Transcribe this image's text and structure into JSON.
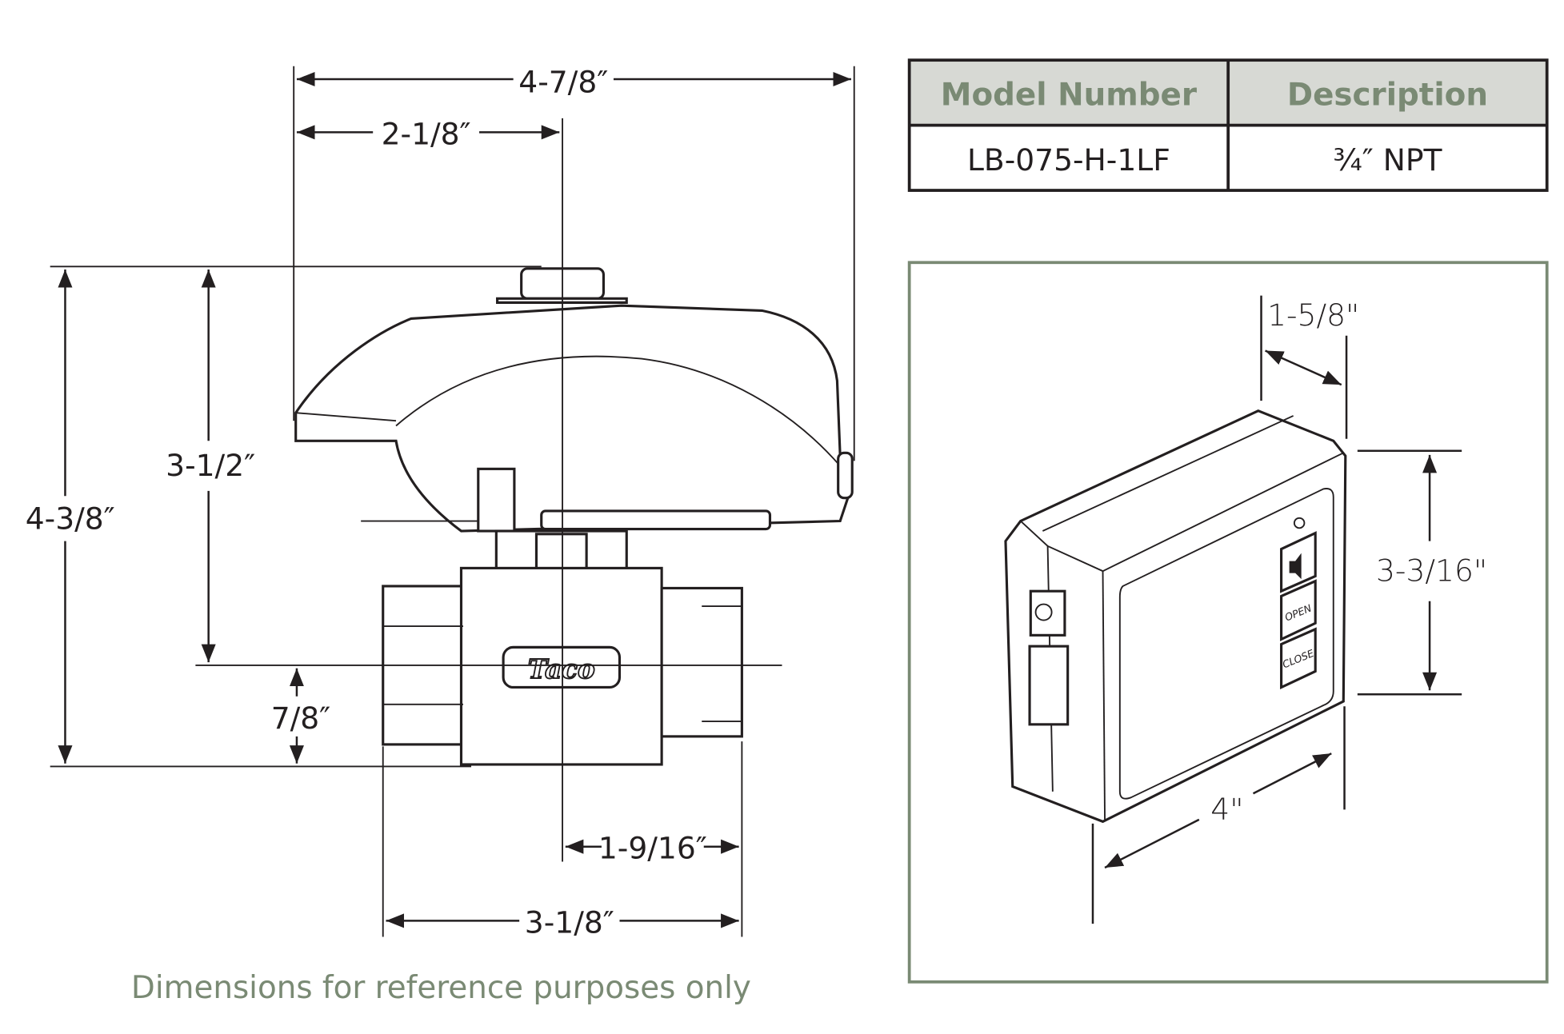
{
  "table": {
    "headers": [
      "Model Number",
      "Description"
    ],
    "rows": [
      [
        "LB-075-H-1LF",
        "¾″ NPT"
      ]
    ],
    "header_bg": "#d7d9d4",
    "header_text_color": "#7a8a74"
  },
  "valve_dimensions": {
    "overall_width": "4-7/8″",
    "half_width": "2-1/8″",
    "actuator_height": "3-1/2″",
    "overall_height": "4-3/8″",
    "below_center": "7/8″",
    "half_body": "1-9/16″",
    "body_length": "3-1/8″",
    "logo": "Taco"
  },
  "controller_dimensions": {
    "depth": "1-5/8\"",
    "height": "3-3/16\"",
    "width": "4\"",
    "buttons": [
      "mute",
      "OPEN",
      "CLOSE"
    ]
  },
  "note": "Dimensions for reference purposes only",
  "frame_color": "#7a8a74"
}
